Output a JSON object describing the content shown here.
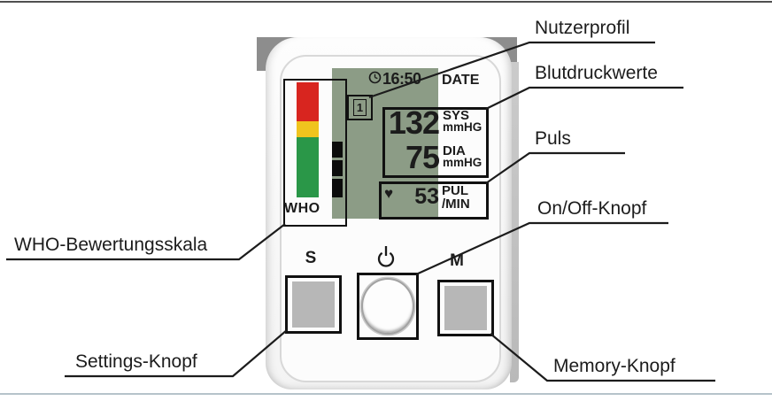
{
  "figure": {
    "labels": {
      "nutzerprofil": "Nutzerprofil",
      "blutdruckwerte": "Blutdruckwerte",
      "puls": "Puls",
      "onoff": "On/Off-Knopf",
      "memory": "Memory-Knopf",
      "who_skala": "WHO-Bewertungsskala",
      "settings": "Settings-Knopf"
    }
  },
  "device": {
    "display": {
      "time": "16:50",
      "date_label": "DATE",
      "user_profile": "1",
      "systolic": {
        "value": "132",
        "label": "SYS",
        "unit": "mmHG"
      },
      "diastolic": {
        "value": "75",
        "label": "DIA",
        "unit": "mmHG"
      },
      "pulse": {
        "value": "53",
        "label": "PUL",
        "unit": "/MIN",
        "heart_icon": "♥"
      },
      "who_label": "WHO",
      "lcd_color": "#8c9c86",
      "who_scale_colors": {
        "red": "#d8251f",
        "yellow": "#f0c41e",
        "green": "#2a9748"
      }
    },
    "buttons": {
      "settings_label": "S",
      "memory_label": "M"
    },
    "colors": {
      "button_gray": "#b7b7b7",
      "annotation_line": "#1c1c1c"
    }
  }
}
